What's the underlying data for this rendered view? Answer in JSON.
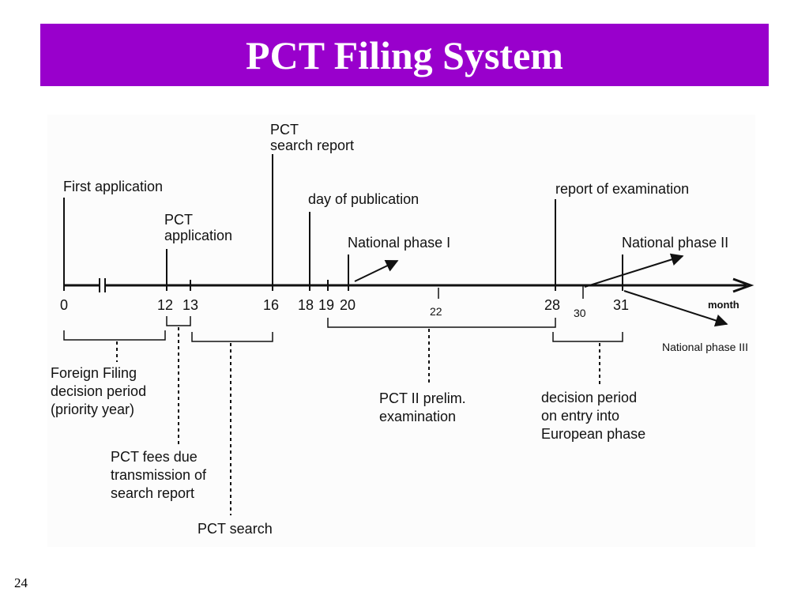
{
  "title": "PCT Filing System",
  "page_number": "24",
  "timeline": {
    "unit_label": "month",
    "ticks": [
      "0",
      "12",
      "13",
      "16",
      "18",
      "19",
      "20",
      "22",
      "28",
      "30",
      "31"
    ]
  },
  "events": {
    "first_application": "First application",
    "pct_application": [
      "PCT",
      "application"
    ],
    "pct_search_report": [
      "PCT",
      "search report"
    ],
    "day_of_publication": "day of publication",
    "national_phase_1": "National phase I",
    "report_of_examination": "report of examination",
    "national_phase_2": "National phase II",
    "national_phase_3": "National phase III"
  },
  "periods": {
    "foreign_filing": [
      "Foreign Filing",
      "decision period",
      "(priority year)"
    ],
    "pct_fees": [
      "PCT fees due",
      "transmission of",
      "search report"
    ],
    "pct_search": "PCT search",
    "pct_ii_prelim": [
      "PCT II prelim.",
      "examination"
    ],
    "decision_period": [
      "decision period",
      "on entry into",
      "European phase"
    ]
  },
  "colors": {
    "title_bar": "#9900cc",
    "title_text": "#ffffff",
    "diagram_ink": "#111111"
  }
}
